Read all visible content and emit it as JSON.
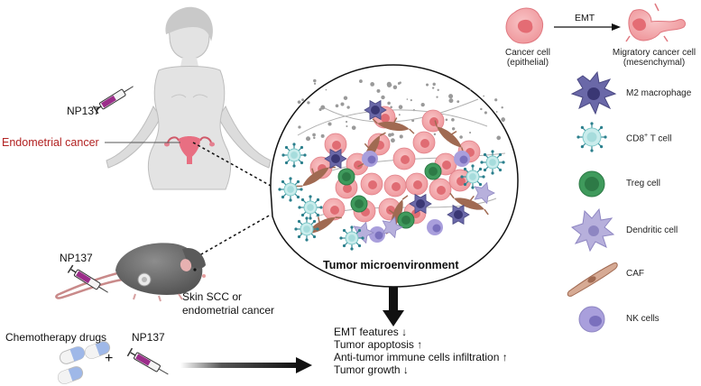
{
  "labels": {
    "np137_top": "NP137",
    "endometrial": "Endometrial  cancer",
    "np137_mouse": "NP137",
    "mouse_caption_l1": "Skin SCC or",
    "mouse_caption_l2": "endometrial cancer",
    "chemo": "Chemotherapy drugs",
    "plus": "+",
    "np137_bottom": "NP137",
    "tme": "Tumor  microenvironment"
  },
  "emt": {
    "arrow_label": "EMT",
    "cancer_cell_l1": "Cancer cell",
    "cancer_cell_l2": "(epithelial)",
    "migratory_l1": "Migratory cancer cell",
    "migratory_l2": "(mesenchymal)"
  },
  "legend": {
    "m2": "M2 macrophage",
    "cd8_main": "CD8",
    "cd8_sup": "+",
    "cd8_tail": " T cell",
    "treg": "Treg cell",
    "dendritic": "Dendritic cell",
    "caf": "CAF",
    "nk": "NK cells"
  },
  "outcomes": [
    "EMT features ↓",
    "Tumor apoptosis ↑",
    "Anti-tumor immune cells infiltration ↑",
    "Tumor growth ↓"
  ],
  "colors": {
    "cancer_cell": "#f2a3a6",
    "cancer_nucleus": "#e06c73",
    "m2": "#6a68a8",
    "m2_nucleus": "#3a3774",
    "cd8": "#c9ecec",
    "treg": "#3f9a5c",
    "treg_nucleus": "#2d7a46",
    "dendritic": "#b7b0dc",
    "caf": "#a06a52",
    "nk": "#a99fdc",
    "uterus_text": "#b22222"
  }
}
